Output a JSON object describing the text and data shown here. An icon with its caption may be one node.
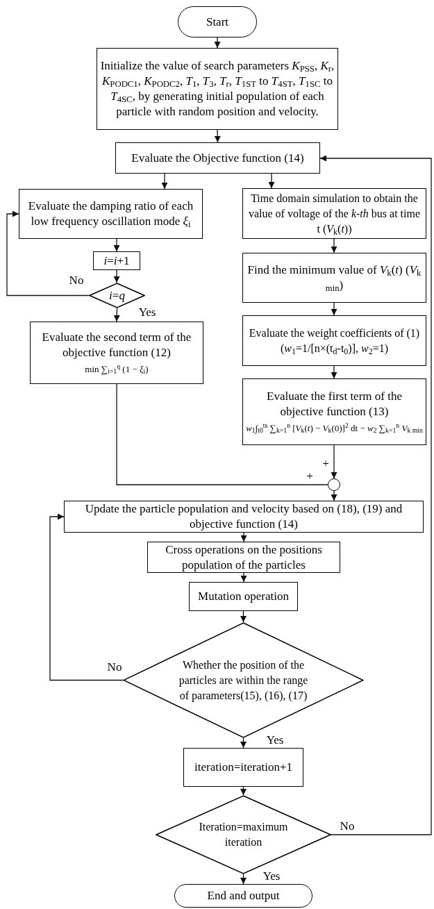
{
  "diagram": {
    "nodes": [
      {
        "text": [
          "Start"
        ]
      },
      {
        "text": [
          "Initialize the value of search parameters *K*$_{PSS}$, *K*$_{r}$, *K*$_{PODC1}$, *K*$_{PODC2}$, *T*$_{1}$, *T*$_{3}$, *T*$_{r}$, *T*$_{1ST}$ to *T*$_{4ST}$, *T*$_{1SC}$ to *T*$_{4SC}$, by generating initial population of each particle with random position and velocity."
        ]
      },
      {
        "text": [
          "Evaluate the Objective function (14)"
        ]
      },
      {
        "text": [
          "Evaluate the damping ratio of each low frequency oscillation mode *ξ*$_{i}$"
        ]
      },
      {
        "text": [
          "*i*=*i*+1"
        ]
      },
      {
        "text": [
          "*i*=*q*"
        ]
      },
      {
        "text": [
          "Evaluate the second term of the objective function (12)",
          "min ∑$_{i=1}$$^{q}$ (1 − *ξ*$_{i}$)"
        ]
      },
      {
        "text": [
          "Time domain simulation to obtain the value of voltage of the *k-th* bus at time t (*V*$_{k}$(*t*))"
        ]
      },
      {
        "text": [
          "Find the minimum value of *V*$_{k}$(*t*) (*V*$_{k min}$)"
        ]
      },
      {
        "text": [
          "Evaluate the weight coefficients of (1) (*w*$_{1}$=1/[n×(t$_{d}$-t$_{0}$)], *w*$_{2}$=1)"
        ]
      },
      {
        "text": [
          "Evaluate the first term of the objective function (13)",
          "*w*$_{1}$∫$_{t0}$$^{ts}$ ∑$_{k=1}$$^{n}$ [*V*$_{k}$(*t*) − *V*$_{k}$(0)]$^{2}$ dt − *w*$_{2}$ ∑$_{k=1}$$^{n}$ *V*$_{k min}$"
        ]
      },
      {
        "text": [],
        "shape": "circle"
      },
      {
        "text": [
          "Update the particle population and velocity based on (18), (19) and objective function (14)"
        ]
      },
      {
        "text": [
          "Cross operations on the positions population of the particles"
        ]
      },
      {
        "text": [
          "Mutation operation"
        ]
      },
      {
        "text": [
          "Whether the position of the particles are within the range of parameters(15), (16), (17)"
        ]
      },
      {
        "text": [
          "iteration=iteration+1"
        ]
      },
      {
        "text": [
          "Iteration=maximum iteration"
        ]
      },
      {
        "text": [
          "End and output"
        ]
      }
    ],
    "edges": [
      {
        "from": 0,
        "to": 1,
        "arrow": "to"
      },
      {
        "from": 1,
        "to": 2,
        "arrow": "to"
      },
      {
        "from": 2,
        "to": 3,
        "arrow": "to"
      },
      {
        "from": 2,
        "to": 7,
        "arrow": "to"
      },
      {
        "from": 3,
        "to": 4,
        "arrow": "to"
      },
      {
        "from": 4,
        "to": 5,
        "arrow": "to"
      },
      {
        "from": 5,
        "to": 3,
        "arrow": "to",
        "label": "No"
      },
      {
        "from": 5,
        "to": 6,
        "arrow": "to",
        "label": "Yes"
      },
      {
        "from": 7,
        "to": 8,
        "arrow": "to"
      },
      {
        "from": 8,
        "to": 9,
        "arrow": "to"
      },
      {
        "from": 9,
        "to": 10,
        "arrow": "to"
      },
      {
        "from": 10,
        "to": 11,
        "arrow": "to",
        "label": "+"
      },
      {
        "from": 6,
        "to": 11,
        "arrow": "none",
        "label": "+"
      },
      {
        "from": 11,
        "to": 12,
        "arrow": "to"
      },
      {
        "from": 12,
        "to": 13,
        "arrow": "to"
      },
      {
        "from": 13,
        "to": 14,
        "arrow": "to"
      },
      {
        "from": 14,
        "to": 15,
        "arrow": "to"
      },
      {
        "from": 15,
        "to": 12,
        "arrow": "to",
        "label": "No"
      },
      {
        "from": 15,
        "to": 16,
        "arrow": "to",
        "label": "Yes"
      },
      {
        "from": 16,
        "to": 17,
        "arrow": "to"
      },
      {
        "from": 17,
        "to": 18,
        "arrow": "to",
        "label": "Yes"
      },
      {
        "from": 17,
        "to": 2,
        "arrow": "to",
        "label": "No"
      }
    ]
  }
}
